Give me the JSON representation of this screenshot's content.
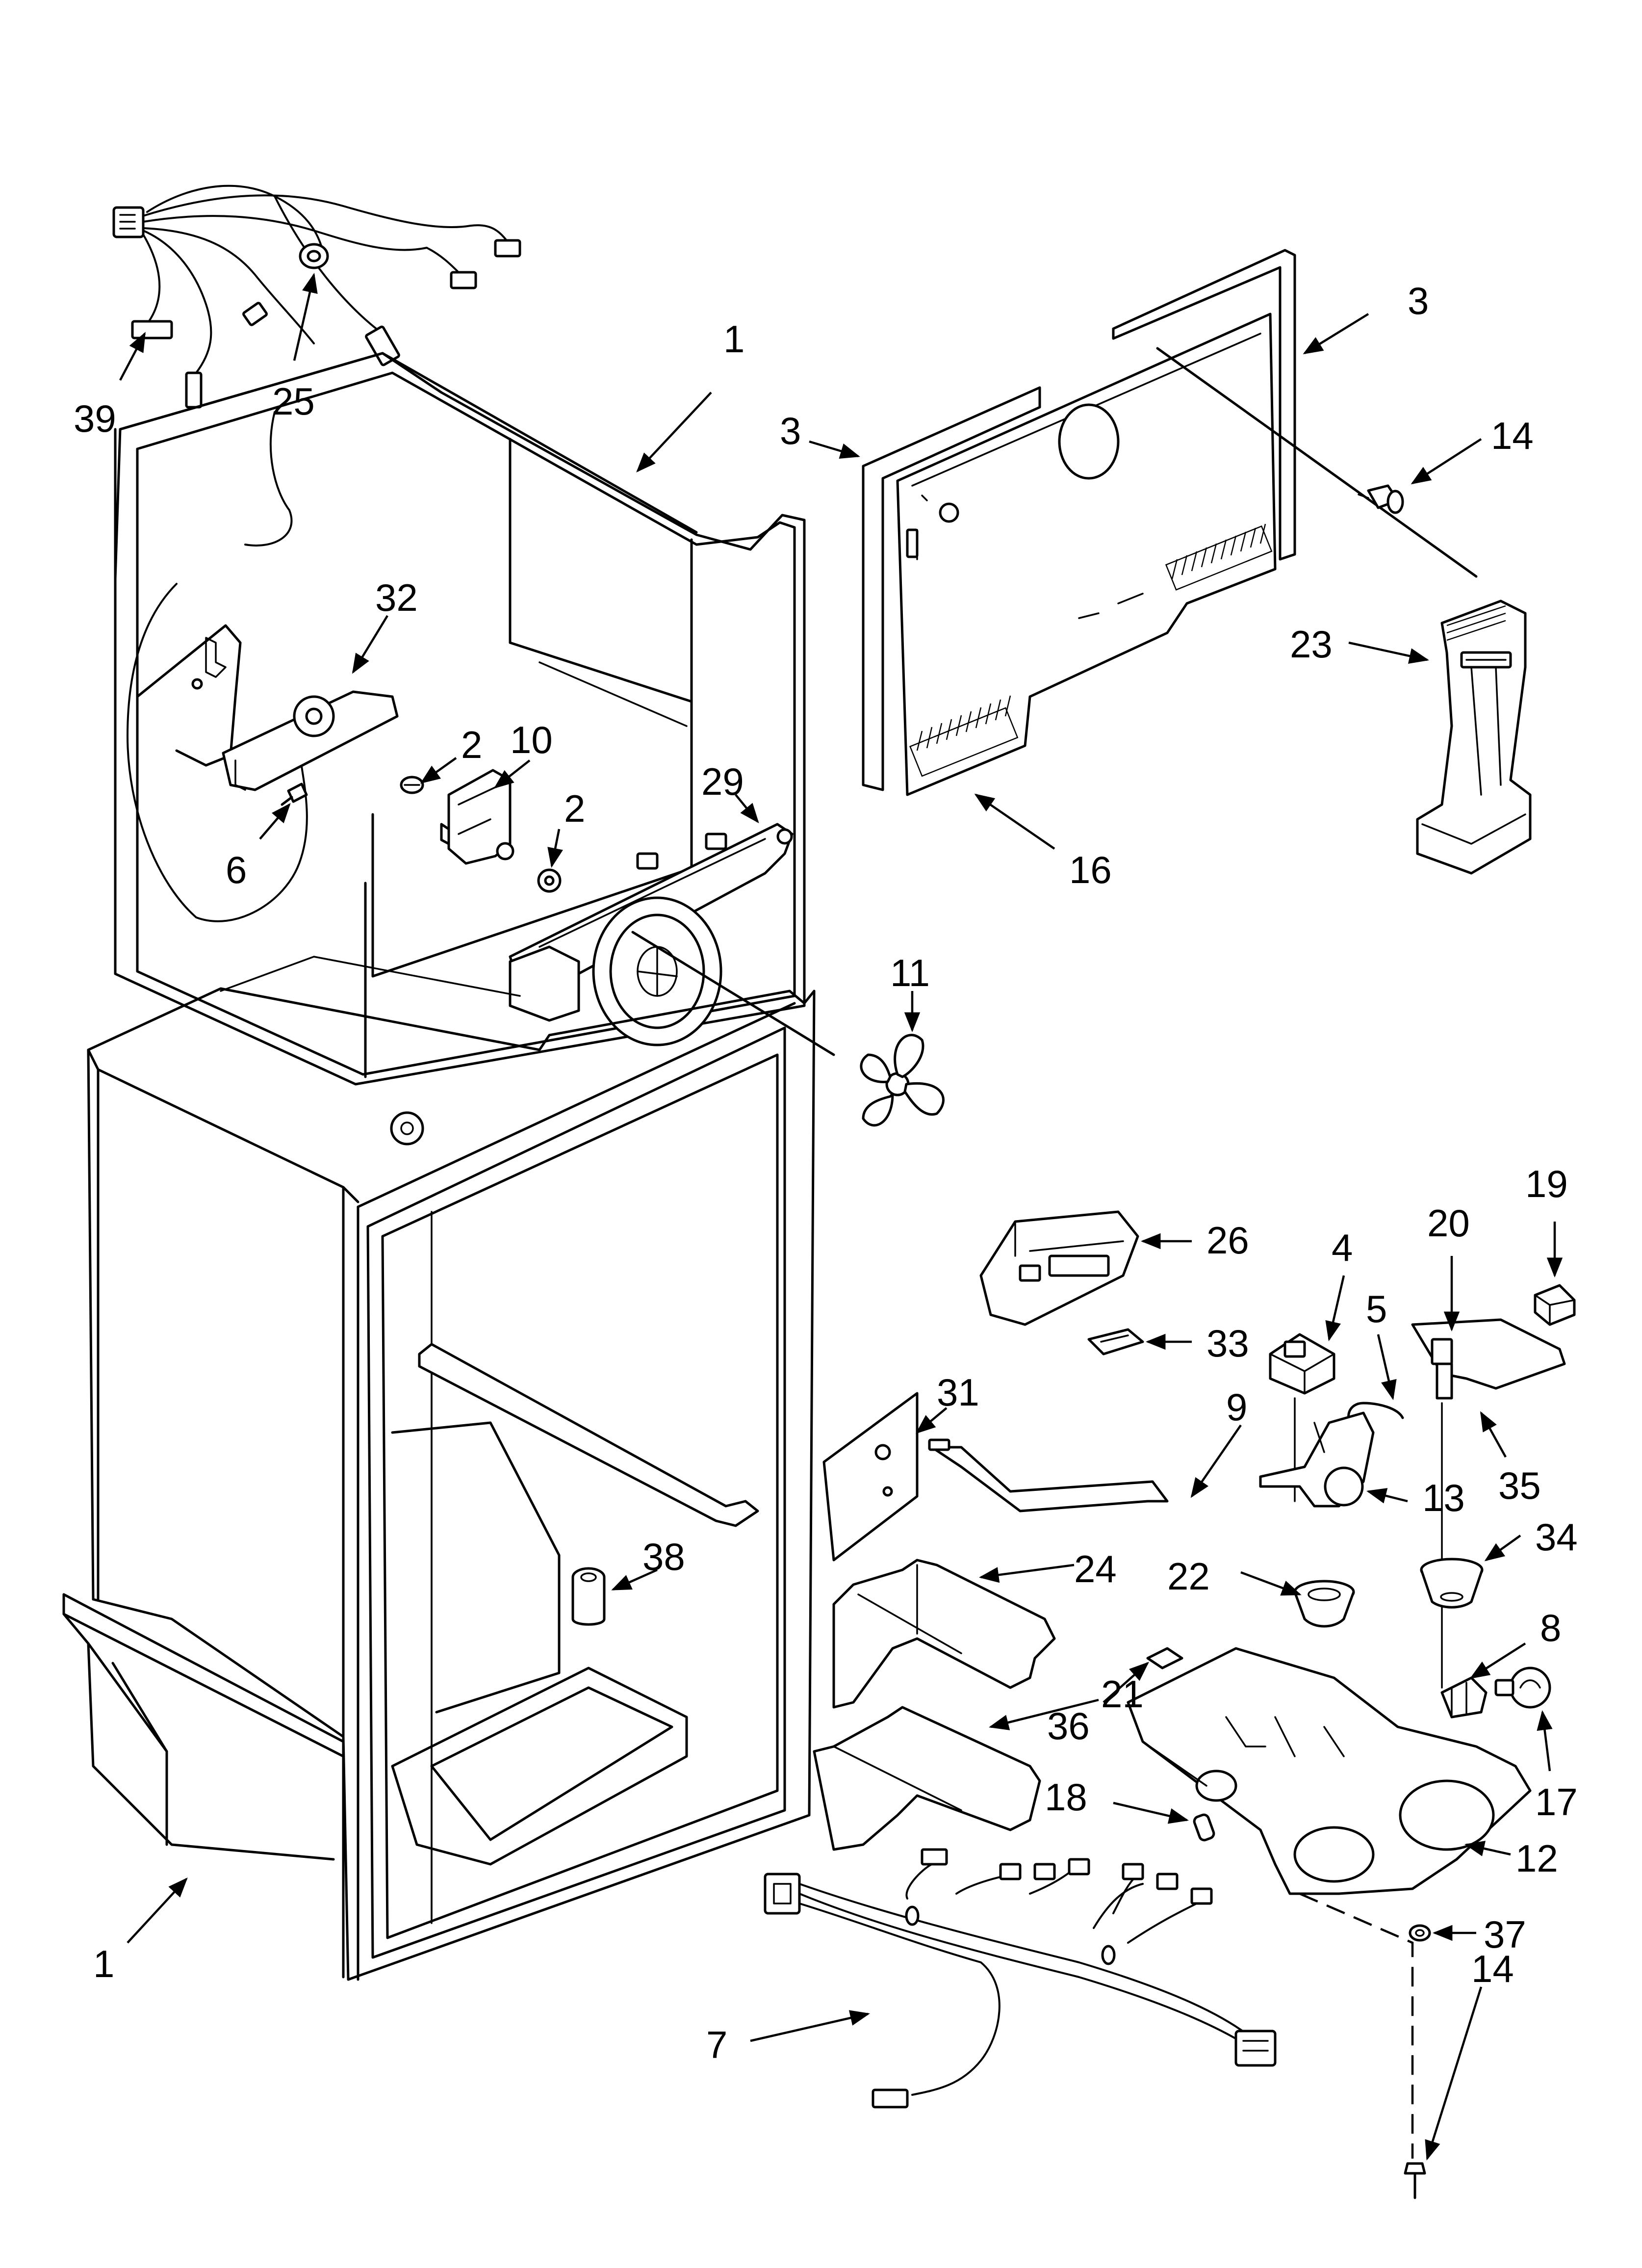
{
  "callouts": [
    {
      "id": "c39",
      "label": "39"
    },
    {
      "id": "c25",
      "label": "25"
    },
    {
      "id": "c1a",
      "label": "1"
    },
    {
      "id": "c32",
      "label": "32"
    },
    {
      "id": "c2a",
      "label": "2"
    },
    {
      "id": "c10",
      "label": "10"
    },
    {
      "id": "c29",
      "label": "29"
    },
    {
      "id": "c2b",
      "label": "2"
    },
    {
      "id": "c6",
      "label": "6"
    },
    {
      "id": "c3a",
      "label": "3"
    },
    {
      "id": "c3b",
      "label": "3"
    },
    {
      "id": "c14a",
      "label": "14"
    },
    {
      "id": "c23",
      "label": "23"
    },
    {
      "id": "c16",
      "label": "16"
    },
    {
      "id": "c11",
      "label": "11"
    },
    {
      "id": "c19",
      "label": "19"
    },
    {
      "id": "c26",
      "label": "26"
    },
    {
      "id": "c4",
      "label": "4"
    },
    {
      "id": "c20",
      "label": "20"
    },
    {
      "id": "c5",
      "label": "5"
    },
    {
      "id": "c33",
      "label": "33"
    },
    {
      "id": "c31",
      "label": "31"
    },
    {
      "id": "c9",
      "label": "9"
    },
    {
      "id": "c35",
      "label": "35"
    },
    {
      "id": "c13",
      "label": "13"
    },
    {
      "id": "c34",
      "label": "34"
    },
    {
      "id": "c38",
      "label": "38"
    },
    {
      "id": "c24",
      "label": "24"
    },
    {
      "id": "c22",
      "label": "22"
    },
    {
      "id": "c8",
      "label": "8"
    },
    {
      "id": "c36",
      "label": "36"
    },
    {
      "id": "c21",
      "label": "21"
    },
    {
      "id": "c18",
      "label": "18"
    },
    {
      "id": "c17",
      "label": "17"
    },
    {
      "id": "c12",
      "label": "12"
    },
    {
      "id": "c37",
      "label": "37"
    },
    {
      "id": "c1b",
      "label": "1"
    },
    {
      "id": "c14b",
      "label": "14"
    },
    {
      "id": "c7",
      "label": "7"
    }
  ],
  "colors": {
    "ink": "#000000",
    "paper": "#ffffff"
  }
}
